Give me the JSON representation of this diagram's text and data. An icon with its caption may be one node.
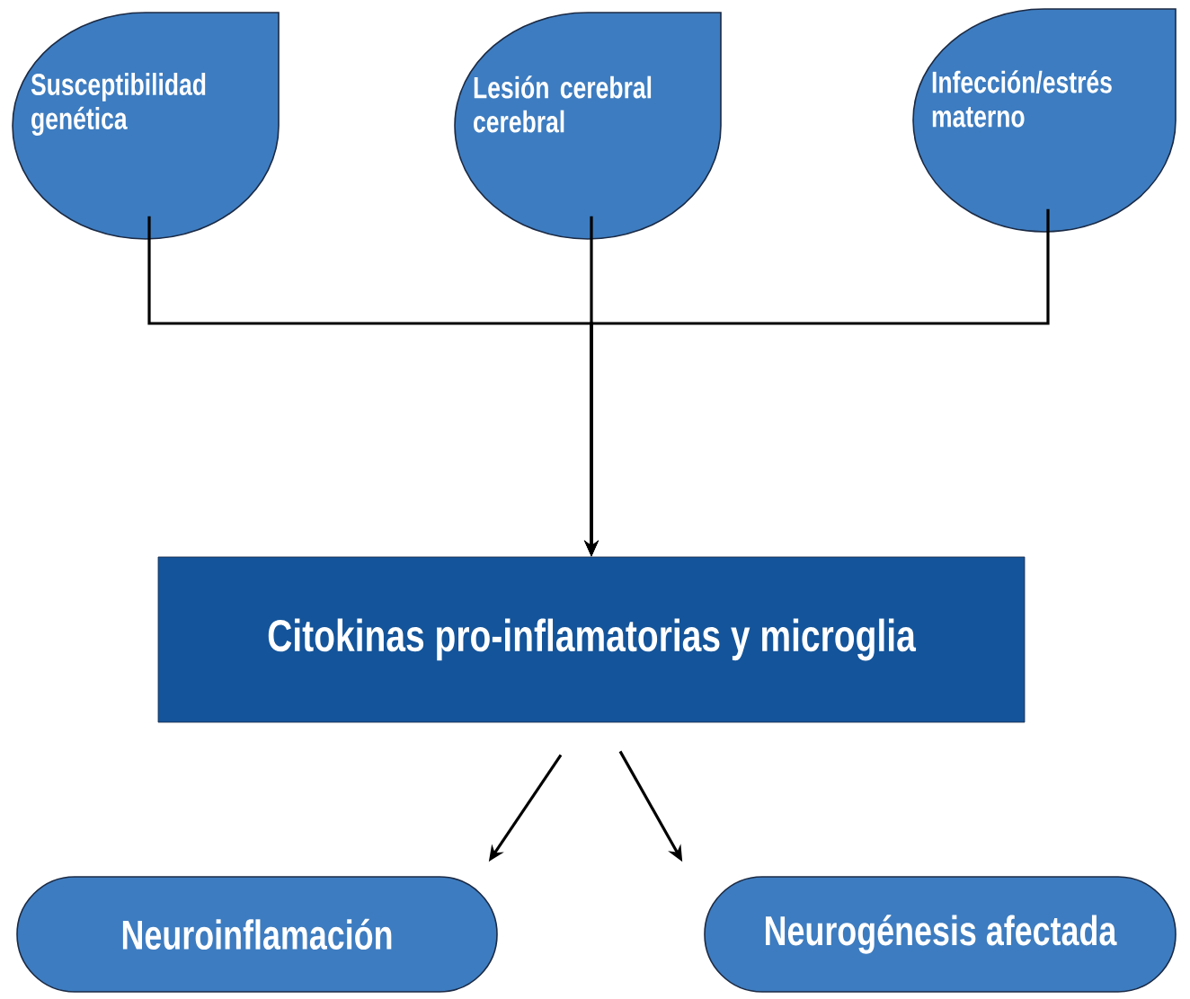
{
  "diagram": {
    "nodes": [
      {
        "text": [
          "Susceptibilidad genética"
        ]
      },
      {
        "text": [
          "Lesión cerebral cerebral"
        ]
      },
      {
        "text": [
          "Infección/estrés materno"
        ]
      },
      {
        "text": [
          "Citokinas pro-inflamatorias y microglia"
        ]
      },
      {
        "text": [
          "Neuroinflamación"
        ]
      },
      {
        "text": [
          "Neurogénesis afectada"
        ]
      }
    ],
    "edges": [
      {
        "from": 0,
        "to": 3,
        "arrow": "to"
      },
      {
        "from": 1,
        "to": 3,
        "arrow": "to"
      },
      {
        "from": 2,
        "to": 3,
        "arrow": "to"
      },
      {
        "from": 3,
        "to": 4,
        "arrow": "to"
      },
      {
        "from": 3,
        "to": 5,
        "arrow": "to"
      }
    ]
  }
}
